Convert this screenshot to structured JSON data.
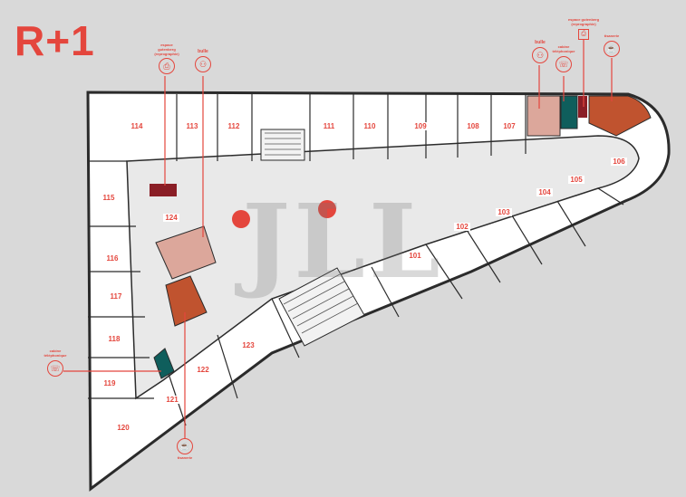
{
  "level": "R+1",
  "watermark": "JLL",
  "colors": {
    "background": "#d9d9d9",
    "wall": "#2b2b2b",
    "accent": "#e4463d",
    "teal": "#0f5e5c",
    "rust": "#c0532f",
    "salmon": "#dca79b",
    "darkred": "#8a1e26"
  },
  "rooms": [
    "101",
    "102",
    "103",
    "104",
    "105",
    "106",
    "107",
    "108",
    "109",
    "110",
    "111",
    "112",
    "113",
    "114",
    "115",
    "116",
    "117",
    "118",
    "119",
    "120",
    "121",
    "122",
    "123",
    "124"
  ],
  "callouts": {
    "gutenberg_label": "espace gutenberg (reprographie)",
    "bulle_label": "bulle",
    "cabine_label": "cabine téléphonique",
    "tisanerie_label": "tisanerie"
  },
  "callout_icons": {
    "gutenberg": "printer-icon",
    "bulle": "meeting-people-icon",
    "cabine": "phone-booth-icon",
    "tisanerie": "teapot-icon"
  }
}
